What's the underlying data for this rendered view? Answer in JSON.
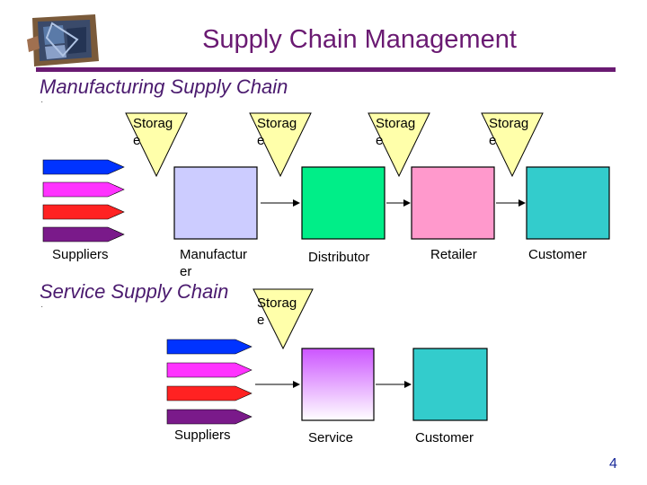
{
  "title": "Supply Chain Management",
  "manufacturing": {
    "heading": "Manufacturing Supply Chain",
    "bullet": "·",
    "storage_label": "Storag e",
    "suppliers_label": "Suppliers",
    "stages": [
      "Manufactur er",
      "Distributor",
      "Retailer",
      "Customer"
    ],
    "colors": [
      "#ccccff",
      "#00ee88",
      "#ff99cc",
      "#33cccc"
    ]
  },
  "service": {
    "heading": "Service Supply Chain",
    "bullet": "·",
    "storage_label": "Storag e",
    "suppliers_label": "Suppliers",
    "stages": [
      "Service",
      "Customer"
    ],
    "colors": [
      "#cc66ff",
      "#33cccc"
    ]
  },
  "supplier_arrow_colors": [
    "#0033ff",
    "#ff33ff",
    "#ff2222",
    "#7a1a8a"
  ],
  "page_number": "4"
}
